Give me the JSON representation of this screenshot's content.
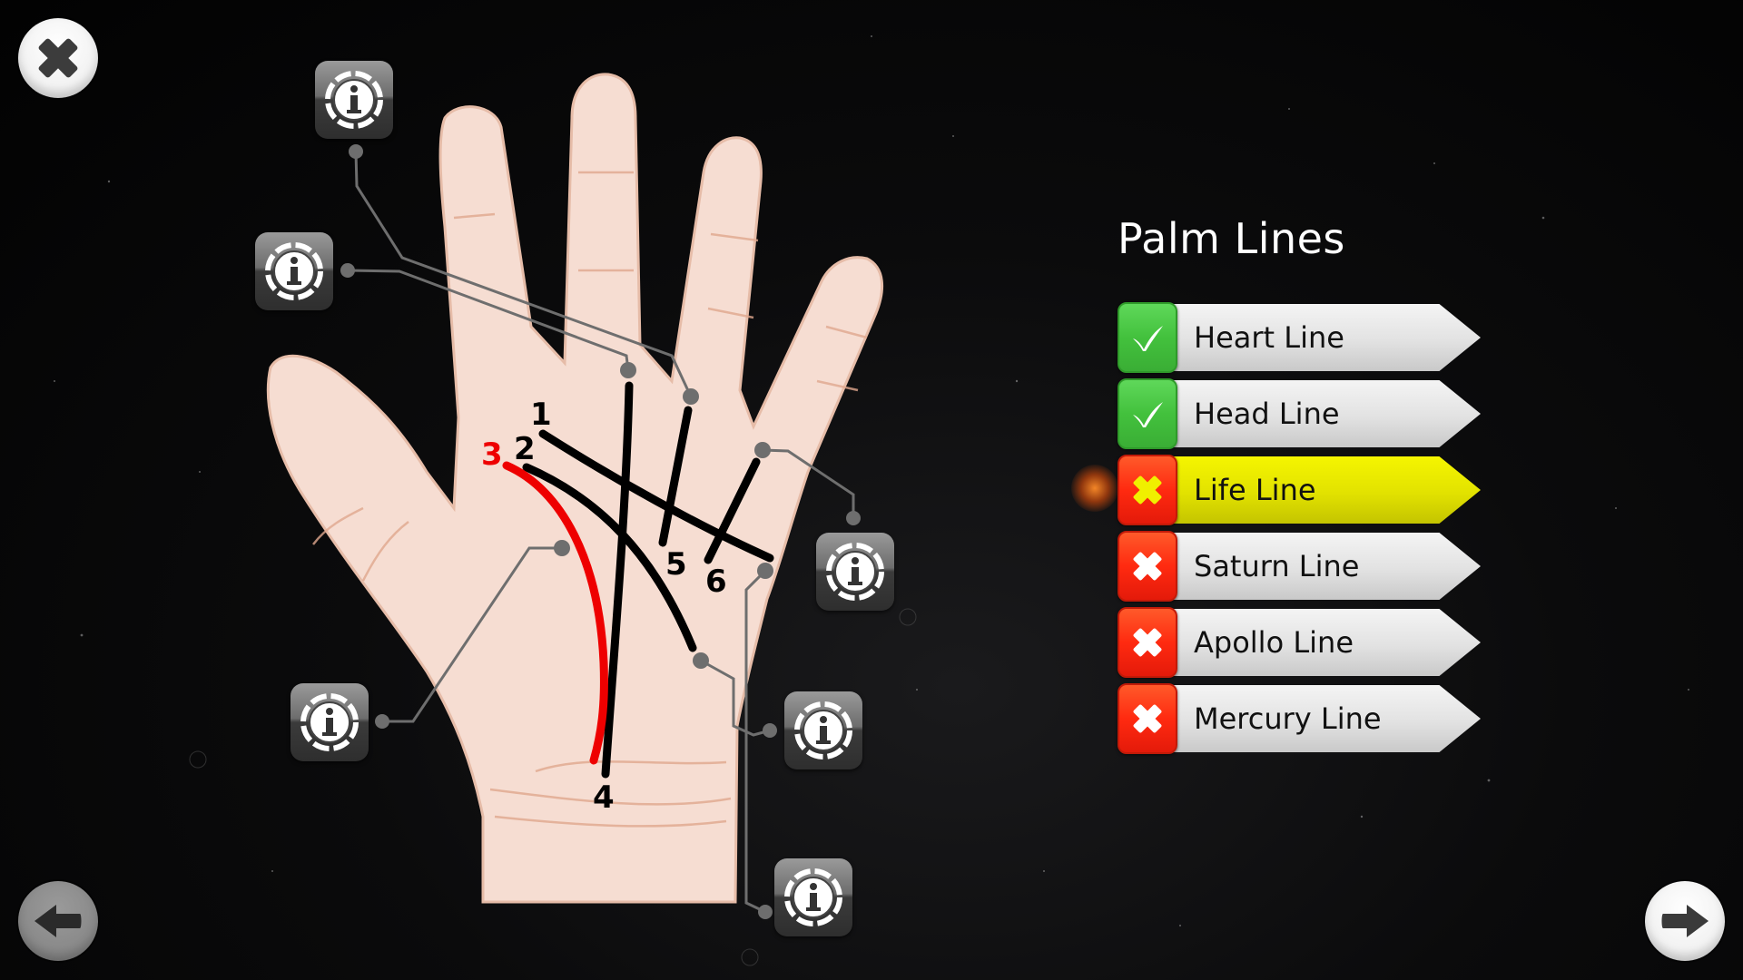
{
  "panel": {
    "title": "Palm Lines",
    "items": [
      {
        "number": "1",
        "label": "Heart Line",
        "status": "correct",
        "selected": false
      },
      {
        "number": "2",
        "label": "Head Line",
        "status": "correct",
        "selected": false
      },
      {
        "number": "3",
        "label": "Life Line",
        "status": "wrong",
        "selected": true
      },
      {
        "number": "4",
        "label": "Saturn Line",
        "status": "wrong",
        "selected": false
      },
      {
        "number": "5",
        "label": "Apollo Line",
        "status": "wrong",
        "selected": false
      },
      {
        "number": "6",
        "label": "Mercury Line",
        "status": "wrong",
        "selected": false
      }
    ]
  },
  "hand": {
    "line_numbers": [
      "1",
      "2",
      "3",
      "4",
      "5",
      "6"
    ],
    "highlighted_line": "3"
  },
  "info_buttons": [
    {
      "id": "info-1",
      "icon": "info-icon"
    },
    {
      "id": "info-2",
      "icon": "info-icon"
    },
    {
      "id": "info-3",
      "icon": "info-icon"
    },
    {
      "id": "info-4",
      "icon": "info-icon"
    },
    {
      "id": "info-5",
      "icon": "info-icon"
    },
    {
      "id": "info-6",
      "icon": "info-icon"
    }
  ],
  "nav": {
    "close_icon": "close-icon",
    "back_icon": "arrow-left-icon",
    "next_icon": "arrow-right-icon",
    "back_enabled": false,
    "next_enabled": true
  },
  "colors": {
    "correct": "#43c13d",
    "wrong": "#ff2a10",
    "selected": "#e2e200",
    "highlight_line": "#ee0000",
    "skin": "#f6ddd2"
  }
}
